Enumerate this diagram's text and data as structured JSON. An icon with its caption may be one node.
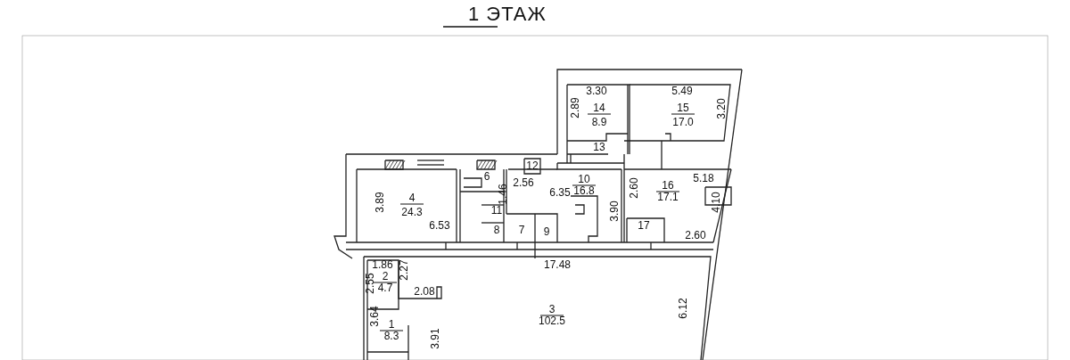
{
  "diagram": {
    "title": "1 ЭТАЖ",
    "labels": [
      "3.30",
      "5.49",
      "2.89",
      "14",
      "8.9",
      "15",
      "17.0",
      "3.20",
      "13",
      "12",
      "6",
      "2.56",
      "10",
      "16.8",
      "5.18",
      "3.89",
      "4",
      "24.3",
      "1.46",
      "6.35",
      "2.60",
      "16",
      "17.1",
      "4.10",
      "11",
      "3.90",
      "6.53",
      "8",
      "7",
      "9",
      "17",
      "2.60",
      "1.86",
      "2.27",
      "17.48",
      "2",
      "4.7",
      "2.55",
      "2.08",
      "6.12",
      "3",
      "102.5",
      "3.64",
      "1",
      "8.3",
      "3.91"
    ]
  }
}
